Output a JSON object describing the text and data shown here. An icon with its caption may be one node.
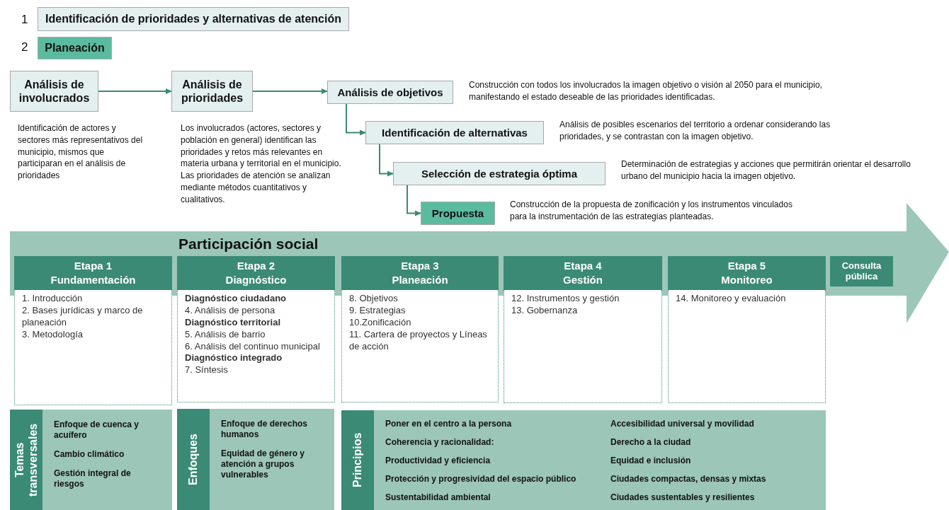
{
  "diagram": {
    "nodes": [
      {
        "text": [
          "Identificación de prioridades y alternativas de atención"
        ],
        "beside": [
          "1"
        ]
      },
      {
        "text": [
          "Planeación"
        ],
        "beside": [
          "2"
        ]
      },
      {
        "text": [
          "Análisis de involucrados"
        ],
        "beside": [
          "Identificación de actores y sectores más representativos del municipio, mismos que participaran en el análisis de prioridades"
        ]
      },
      {
        "text": [
          "Análisis de prioridades"
        ],
        "beside": [
          "Los involucrados (actores, sectores y población en general) identifican las prioridades y retos más relevantes en materia urbana y territorial en el municipio. Las prioridades de atención se analizan mediante métodos cuantitativos y cualitativos."
        ]
      },
      {
        "text": [
          "Análisis de objetivos"
        ],
        "beside": [
          "Construcción con todos los involucrados la imagen objetivo o visión al 2050 para el municipio, manifestando el estado deseable de las prioridades identificadas."
        ]
      },
      {
        "text": [
          "Identificación de alternativas"
        ],
        "beside": [
          "Análisis de posibles escenarios del territorio a ordenar considerando las prioridades, y se contrastan con la imagen objetivo."
        ]
      },
      {
        "text": [
          "Selección de estrategia óptima"
        ],
        "beside": [
          "Determinación de estrategias y acciones que permitirán orientar el desarrollo urbano del municipio hacia la imagen objetivo."
        ]
      },
      {
        "text": [
          "Propuesta"
        ],
        "beside": [
          "Construcción de la propuesta de zonificación y los instrumentos vinculados para la instrumentación de las estrategias planteadas."
        ]
      },
      {
        "text": [
          "Participación social"
        ]
      },
      {
        "text": [
          "Etapa 1",
          "Fundamentación"
        ],
        "in": 8
      },
      {
        "text": [
          "Etapa 2",
          "Diagnóstico"
        ],
        "in": 8
      },
      {
        "text": [
          "Etapa 3",
          "Planeación"
        ],
        "in": 8
      },
      {
        "text": [
          "Etapa 4",
          "Gestión"
        ],
        "in": 8
      },
      {
        "text": [
          "Etapa 5",
          "Monitoreo"
        ],
        "in": 8
      },
      {
        "text": [
          "Consulta pública"
        ],
        "in": 8
      },
      {
        "text": [
          "1. Introducción",
          "2. Bases jurídicas y marco de planeación",
          "3. Metodología"
        ]
      },
      {
        "text": [
          "**Diagnóstico ciudadano**",
          "4. Análisis de persona",
          "**Diagnóstico territorial**",
          "5. Análisis de barrio",
          "6. Análisis del continuo municipal",
          "**Diagnóstico integrado**",
          "7. Síntesis"
        ]
      },
      {
        "text": [
          "8. Objetivos",
          "9. Estrategias",
          "10.Zonificación",
          "11. Cartera de proyectos y Líneas de acción"
        ]
      },
      {
        "text": [
          "12. Instrumentos y gestión",
          "13. Gobernanza"
        ]
      },
      {
        "text": [
          "14. Monitoreo y evaluación"
        ]
      },
      {
        "text": [
          "Temas transversales",
          "Enfoque de cuenca y acuífero",
          "Cambio climático",
          "Gestión integral de riesgos"
        ]
      },
      {
        "text": [
          "Enfoques",
          "Enfoque de derechos humanos",
          "Equidad de género y atención a grupos vulnerables"
        ]
      },
      {
        "text": [
          "Principios",
          "Poner en el centro a la persona",
          "Coherencia y racionalidad:",
          "Productividad y eficiencia",
          "Protección y progresividad del espacio público",
          "Sustentabilidad ambiental",
          "Accesibilidad universal y movilidad",
          "Derecho a la ciudad",
          "Equidad e inclusión",
          "Ciudades compactas, densas y mixtas",
          "Ciudades sustentables y resilientes"
        ]
      }
    ],
    "edges": [
      {
        "from": 2,
        "to": 3,
        "arrow": "to"
      },
      {
        "from": 3,
        "to": 4,
        "arrow": "to"
      },
      {
        "from": 4,
        "to": 5,
        "arrow": "to"
      },
      {
        "from": 5,
        "to": 6,
        "arrow": "to"
      },
      {
        "from": 6,
        "to": 7,
        "arrow": "to"
      }
    ]
  }
}
